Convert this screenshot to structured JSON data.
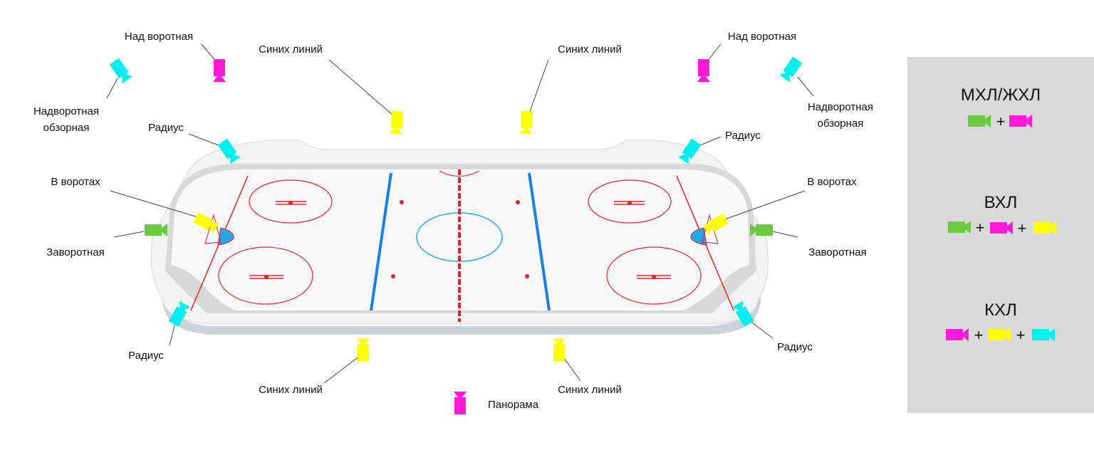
{
  "colors": {
    "goal_judge": "#6ac93f",
    "over_goal": "#ff1ad9",
    "blue_line": "#ffff00",
    "radius": "#00f0f0",
    "legend_bg": "#d9d9d9",
    "rink_red": "#e8202a",
    "rink_blue": "#1a7fe0",
    "center_circle": "#22b0e0"
  },
  "labels": {
    "over_goal_left": "Над воротная",
    "over_goal_right": "Над воротная",
    "blue_line_top_left": "Синих линий",
    "blue_line_top_right": "Синих линий",
    "overview_left_1": "Надворотная",
    "overview_left_2": "обзорная",
    "overview_right_1": "Надворотная",
    "overview_right_2": "обзорная",
    "radius_top_left": "Радиус",
    "radius_top_right": "Радиус",
    "in_goal_left": "В воротах",
    "in_goal_right": "В воротах",
    "behind_goal_left": "Заворотная",
    "behind_goal_right": "Заворотная",
    "radius_bottom_left": "Радиус",
    "radius_bottom_right": "Радиус",
    "blue_line_bottom_left": "Синих линий",
    "blue_line_bottom_right": "Синих линий",
    "panorama": "Панорама"
  },
  "legend": [
    {
      "title": "МХЛ/ЖХЛ",
      "cameras": [
        "goal_judge",
        "over_goal"
      ],
      "plus": "+"
    },
    {
      "title": "ВХЛ",
      "cameras": [
        "goal_judge",
        "over_goal",
        "blue_line"
      ],
      "plus": "+"
    },
    {
      "title": "КХЛ",
      "cameras": [
        "over_goal",
        "blue_line",
        "radius"
      ],
      "plus": "+"
    }
  ]
}
